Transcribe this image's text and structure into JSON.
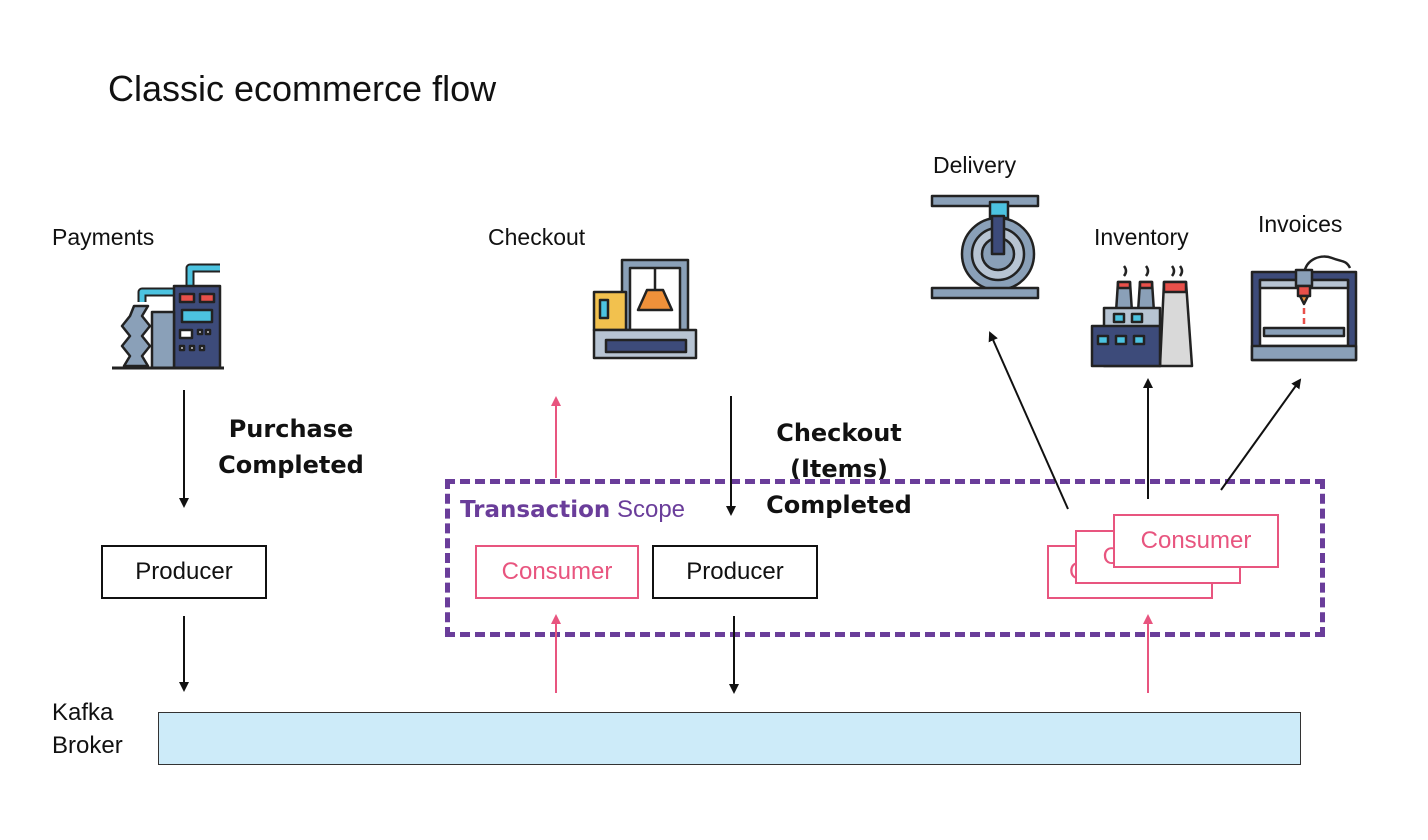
{
  "title": "Classic ecommerce flow",
  "services": {
    "payments": "Payments",
    "checkout": "Checkout",
    "delivery": "Delivery",
    "inventory": "Inventory",
    "invoices": "Invoices"
  },
  "events": {
    "purchase_line1": "Purchase",
    "purchase_line2": "Completed",
    "checkout_line1": "Checkout",
    "checkout_line2": "(Items)",
    "checkout_line3": "Completed"
  },
  "boxes": {
    "producer_payments": "Producer",
    "producer_checkout": "Producer",
    "consumer_checkout": "Consumer",
    "consumer_stack_back": "Consumer",
    "consumer_stack_mid": "Consumer",
    "consumer_stack_front": "Consumer"
  },
  "scope": {
    "strong": "Transaction",
    "rest": " Scope"
  },
  "broker": {
    "line1": "Kafka",
    "line2": "Broker"
  },
  "colors": {
    "consumer": "#e8557f",
    "scope": "#6a3d9a",
    "broker_fill": "#cdebf9",
    "arrow": "#111111",
    "icon_navy": "#3d4b7a",
    "icon_steel": "#8aa0b8",
    "icon_red": "#e8504a",
    "icon_cyan": "#4cc3e0",
    "icon_yellow": "#f2c14e",
    "icon_orange": "#f0913a"
  },
  "icons": [
    "payments-machine-icon",
    "checkout-machine-icon",
    "delivery-spool-icon",
    "inventory-factory-icon",
    "invoices-printer-icon"
  ]
}
